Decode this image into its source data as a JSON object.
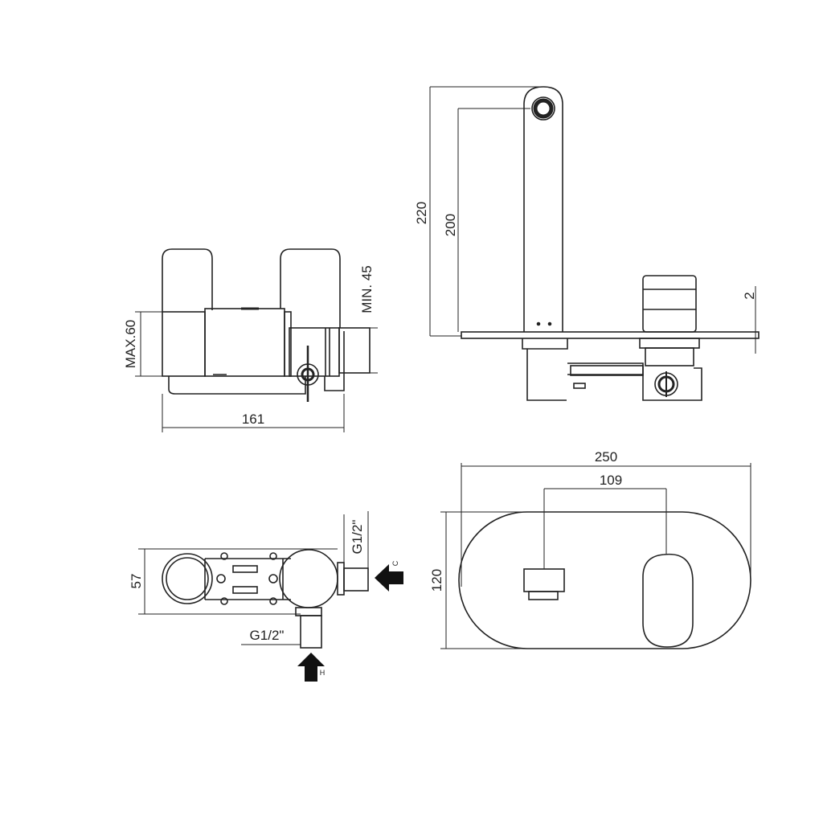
{
  "dimensions": {
    "width_161": "161",
    "max_60": "MAX.60",
    "min_45": "MIN. 45",
    "height_220": "220",
    "height_200": "200",
    "plate_2": "2",
    "width_250": "250",
    "spacing_109": "109",
    "height_120": "120",
    "depth_57": "57",
    "thread_side": "G1/2\"",
    "thread_bottom": "G1/2\""
  },
  "inlets": {
    "cold": "C",
    "hot": "H"
  }
}
